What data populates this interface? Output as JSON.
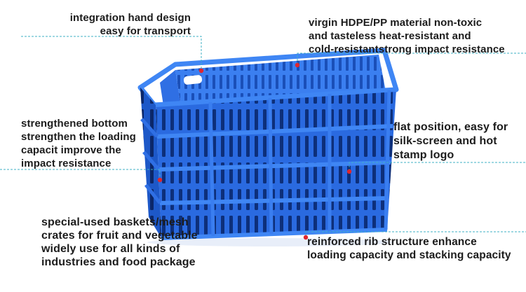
{
  "annotations": {
    "handle": {
      "lines": [
        "integration hand design",
        "easy for transport"
      ]
    },
    "material": {
      "lines": [
        "virgin HDPE/PP material non-toxic",
        "and tasteless heat-resistant and",
        "cold-resistantstrong impact resistance"
      ]
    },
    "bottom": {
      "lines": [
        "strengthened bottom",
        "strengthen the loading",
        "capacit improve the",
        "impact resistance"
      ]
    },
    "logo": {
      "lines": [
        "flat position, easy for",
        "silk-screen and hot",
        "stamp logo"
      ]
    },
    "usage": {
      "lines": [
        "special-used baskets/mesh",
        "crates for fruit and vegetable",
        "widely use for all kinds of",
        "industries and food package"
      ]
    },
    "rib": {
      "lines": [
        "reinforced rib structure enhance",
        "loading capacity and stacking capacity"
      ]
    }
  },
  "colors": {
    "crate": "#1f5fd6",
    "crate_dark": "#123f9e",
    "crate_light": "#3a7df0",
    "leader_line": "#3fb0c6",
    "marker": "#e0262e"
  },
  "image": {
    "subject": "blue plastic crate"
  }
}
